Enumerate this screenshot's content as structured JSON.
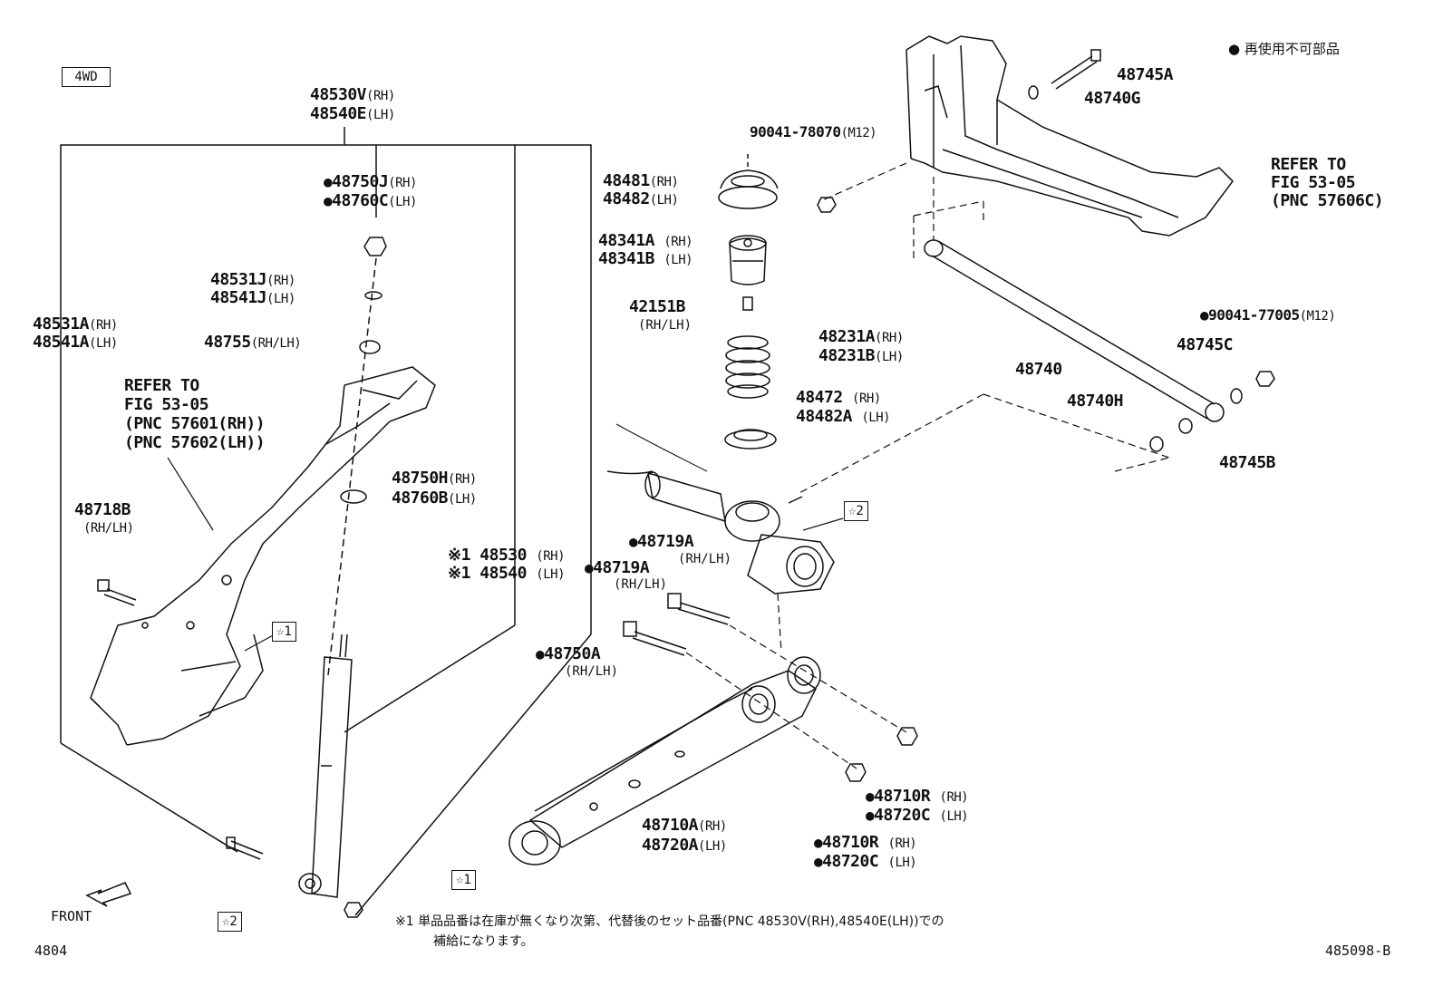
{
  "legend": {
    "bullet": "●",
    "text": "再使用不可部品"
  },
  "badge_4wd": "4WD",
  "shock_assy": {
    "rh": "48530V",
    "lh": "48540E",
    "rh_suffix": "(RH)",
    "lh_suffix": "(LH)"
  },
  "labels": {
    "nut_48750J": {
      "mark": "●",
      "code": "48750J",
      "side": "(RH)"
    },
    "nut_48760C": {
      "mark": "●",
      "code": "48760C",
      "side": "(LH)"
    },
    "washer_48531J": {
      "code": "48531J",
      "side": "(RH)"
    },
    "washer_48541J": {
      "code": "48541J",
      "side": "(LH)"
    },
    "cushion_48755": {
      "code": "48755",
      "side": "(RH/LH)"
    },
    "bracket_48531A": {
      "code": "48531A",
      "side": "(RH)"
    },
    "bracket_48541A": {
      "code": "48541A",
      "side": "(LH)"
    },
    "refer_left": [
      "REFER TO",
      "FIG 53-05",
      "(PNC 57601(RH))",
      "(PNC 57602(LH))"
    ],
    "bolt_48718B": {
      "code": "48718B",
      "side": "(RH/LH)"
    },
    "bound_48750H": {
      "code": "48750H",
      "side": "(RH)"
    },
    "bound_48760B": {
      "code": "48760B",
      "side": "(LH)"
    },
    "absorber_48530": {
      "mark": "※1",
      "code": "48530",
      "side": "(RH)"
    },
    "absorber_48540": {
      "mark": "※1",
      "code": "48540",
      "side": "(LH)"
    },
    "nut_48750A": {
      "mark": "●",
      "code": "48750A",
      "side": "(RH/LH)"
    },
    "bolt_48719A_1": {
      "mark": "●",
      "code": "48719A",
      "side": "(RH/LH)"
    },
    "bolt_48719A_2": {
      "mark": "●",
      "code": "48719A",
      "side": "(RH/LH)"
    },
    "upper_insulator_48481": {
      "code": "48481",
      "side": "(RH)"
    },
    "upper_insulator_48482": {
      "code": "48482",
      "side": "(LH)"
    },
    "bumper_48341A": {
      "code": "48341A",
      "side": "(RH)"
    },
    "bumper_48341B": {
      "code": "48341B",
      "side": "(LH)"
    },
    "bolt_42151B": {
      "code": "42151B",
      "side": "(RH/LH)"
    },
    "spring_48231A": {
      "code": "48231A",
      "side": "(RH)"
    },
    "spring_48231B": {
      "code": "48231B",
      "side": "(LH)"
    },
    "lower_insulator_48472": {
      "code": "48472",
      "side": "(RH)"
    },
    "lower_insulator_48482A": {
      "code": "48482A",
      "side": "(LH)"
    },
    "nut_90041_78070": {
      "code": "90041-78070",
      "side": "(M12)"
    },
    "bolt_48745A": {
      "code": "48745A"
    },
    "washer_48740G": {
      "code": "48740G"
    },
    "refer_right": [
      "REFER TO",
      "FIG 53-05",
      "(PNC 57606C)"
    ],
    "rod_48740": {
      "code": "48740"
    },
    "nut_90041_77005": {
      "mark": "●",
      "code": "90041-77005",
      "side": "(M12)"
    },
    "washer_48745C": {
      "code": "48745C"
    },
    "washer_48740H": {
      "code": "48740H"
    },
    "washer_48745B": {
      "code": "48745B"
    },
    "arm_48710A": {
      "code": "48710A",
      "side": "(RH)"
    },
    "arm_48720A": {
      "code": "48720A",
      "side": "(LH)"
    },
    "nut_48710R_1": {
      "mark": "●",
      "code": "48710R",
      "side": "(RH)"
    },
    "nut_48720C_1": {
      "mark": "●",
      "code": "48720C",
      "side": "(LH)"
    },
    "nut_48710R_2": {
      "mark": "●",
      "code": "48710R",
      "side": "(RH)"
    },
    "nut_48720C_2": {
      "mark": "●",
      "code": "48720C",
      "side": "(LH)"
    }
  },
  "stars": {
    "s1": "☆1",
    "s2": "☆2"
  },
  "front": "FRONT",
  "footnote": {
    "mark": "※1",
    "line1": "単品品番は在庫が無くなり次第、代替後のセット品番(PNC 48530V(RH),48540E(LH))での",
    "line2": "補給になります。"
  },
  "page_code_left": "4804",
  "page_code_right": "485098-B"
}
